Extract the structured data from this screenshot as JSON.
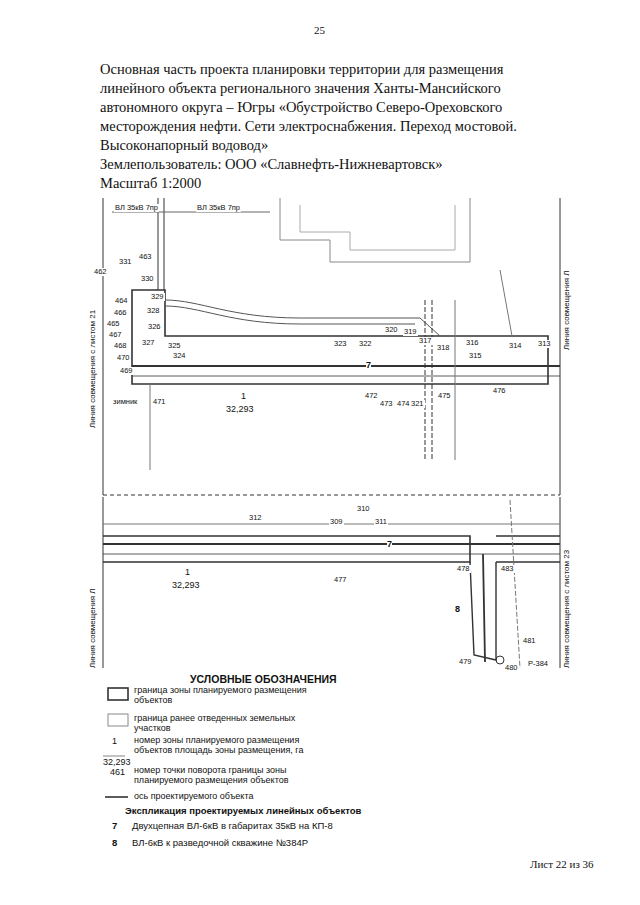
{
  "diagram": {
    "title": "Основная часть проекта планировки территории для размещения линейного объекта регионального значения Ханты-Мансийского автономного округа – Югры «Обустройство Северо-Ореховского месторождения нефти. Сети электроснабжения. Переход мостовой. Высоконапорный водовод»",
    "labels": [
      "Землепользователь: ООО «Славнефть-Нижневартовск»",
      "Масштаб 1:2000",
      "25",
      "ВЛ 35кВ 7пр",
      "ВЛ 35кВ 7пр",
      "331",
      "463",
      "462",
      "330",
      "329",
      "328",
      "464",
      "466",
      "465",
      "467",
      "468",
      "470",
      "469",
      "327",
      "326",
      "325",
      "324",
      "323",
      "322",
      "320",
      "319",
      "317",
      "318",
      "316",
      "315",
      "314",
      "313",
      "471",
      "472",
      "473",
      "474",
      "321",
      "475",
      "476",
      "1",
      "32,293",
      "7",
      "зимник",
      "Линия совмещения с листом 21",
      "Линия совмещения Л",
      "312",
      "310",
      "309",
      "311",
      "7",
      "1",
      "32,293",
      "477",
      "478",
      "483",
      "8",
      "481",
      "480",
      "479",
      "Р-384",
      "Линия совмещения Л",
      "Линия совмещения с листом 23",
      "УСЛОВНЫЕ ОБОЗНАЧЕНИЯ",
      "1",
      "32,293",
      "461",
      "Экспликация проектируемых линейных объектов",
      "7",
      "Двухцепная ВЛ-6кВ в габаритах 35кВ на КП-8",
      "8",
      "ВЛ-6кВ к разведочной скважине №384Р",
      "Лист 22 из 36"
    ],
    "legend": [
      {
        "text": "граница зоны планируемого размещения объектов"
      },
      {
        "text": "граница ранее отведенных земельных участков"
      },
      {
        "text": "номер зоны планируемого размещения объектов площадь зоны размещения, га"
      },
      {
        "text": "номер точки поворота границы зоны планируемого размещения объектов"
      },
      {
        "text": "ось проектируемого объекта"
      }
    ]
  }
}
